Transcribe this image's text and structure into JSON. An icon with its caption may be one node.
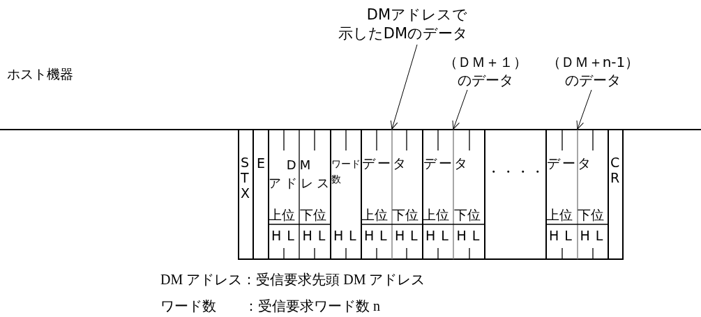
{
  "diagram": {
    "nodes": [
      {
        "text": [
          "DMアドレスで示したDMのデータ"
        ]
      },
      {
        "text": [
          "（ＤＭ＋１）のデータ"
        ]
      },
      {
        "text": [
          "（ＤＭ＋n-1）のデータ"
        ]
      },
      {
        "text": [
          "STX"
        ]
      },
      {
        "text": [
          "E"
        ]
      },
      {
        "text": [
          "DM アドレス",
          "上位",
          "下位",
          "H",
          "L",
          "H",
          "L"
        ]
      },
      {
        "text": [
          "ワード数",
          "H",
          "L"
        ]
      },
      {
        "text": [
          "データ",
          "上位",
          "下位",
          "H",
          "L",
          "H",
          "L"
        ]
      },
      {
        "text": [
          "データ",
          "上位",
          "下位",
          "H",
          "L",
          "H",
          "L"
        ]
      },
      {
        "text": [
          "・・・・"
        ]
      },
      {
        "text": [
          "データ",
          "上位",
          "下位",
          "H",
          "L",
          "H",
          "L"
        ]
      },
      {
        "text": [
          "CR"
        ]
      }
    ],
    "edges": [
      {
        "from": 0,
        "to": 7,
        "arrow": "to"
      },
      {
        "from": 1,
        "to": 8,
        "arrow": "to"
      },
      {
        "from": 2,
        "to": 10,
        "arrow": "to"
      }
    ],
    "labels": [
      "ホスト機器",
      "DM アドレス：受信要求先頭 DM アドレス",
      "ワード数　　：受信要求ワード数 n"
    ]
  }
}
